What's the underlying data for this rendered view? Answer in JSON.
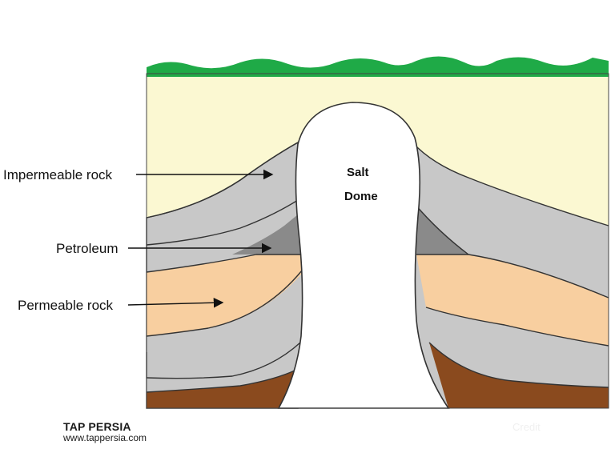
{
  "diagram": {
    "labels": {
      "impermeable_rock": "Impermeable rock",
      "petroleum": "Petroleum",
      "permeable_rock": "Permeable rock",
      "salt": "Salt",
      "dome": "Dome"
    },
    "colors": {
      "grass": "#1faa47",
      "soil_top": "#fbf8d2",
      "gray_rock": "#c8c8c8",
      "petroleum": "#8a8a8a",
      "permeable": "#f8cfa0",
      "brown_base": "#8a4a1e",
      "salt": "#ffffff",
      "outline": "#333333"
    }
  },
  "branding": {
    "name": "TAP PERSIA",
    "url": "www.tappersia.com",
    "credit": "Credit"
  }
}
